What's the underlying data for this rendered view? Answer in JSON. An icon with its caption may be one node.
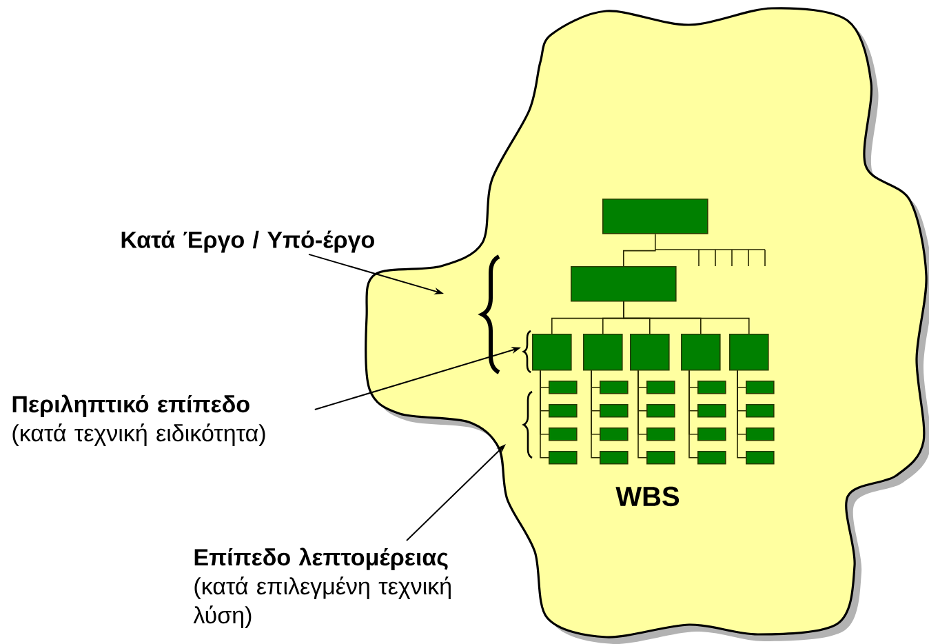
{
  "diagram": {
    "nodes": [
      {
        "text": [
          "WBS"
        ]
      },
      {
        "text": [],
        "shape": "box",
        "in": 0
      },
      {
        "text": [],
        "shape": "box",
        "in": 0
      },
      {
        "text": [],
        "shape": "box",
        "in": 0
      },
      {
        "text": [],
        "shape": "box",
        "in": 0
      },
      {
        "text": [],
        "shape": "box",
        "in": 0
      },
      {
        "text": [],
        "shape": "box",
        "in": 0
      },
      {
        "text": [],
        "shape": "box",
        "in": 0
      },
      {
        "text": [],
        "shape": "box",
        "in": 0
      },
      {
        "text": [],
        "shape": "box",
        "in": 0
      },
      {
        "text": [],
        "shape": "box",
        "in": 0
      },
      {
        "text": [],
        "shape": "box",
        "in": 0
      },
      {
        "text": [],
        "shape": "box",
        "in": 0
      },
      {
        "text": [],
        "shape": "box",
        "in": 0
      },
      {
        "text": [],
        "shape": "box",
        "in": 0
      },
      {
        "text": [],
        "shape": "box",
        "in": 0
      },
      {
        "text": [],
        "shape": "box",
        "in": 0
      },
      {
        "text": [],
        "shape": "box",
        "in": 0
      },
      {
        "text": [],
        "shape": "box",
        "in": 0
      },
      {
        "text": [],
        "shape": "box",
        "in": 0
      },
      {
        "text": [],
        "shape": "box",
        "in": 0
      },
      {
        "text": [],
        "shape": "box",
        "in": 0
      },
      {
        "text": [],
        "shape": "box",
        "in": 0
      },
      {
        "text": [],
        "shape": "box",
        "in": 0
      },
      {
        "text": [],
        "shape": "box",
        "in": 0
      },
      {
        "text": [],
        "shape": "box",
        "in": 0
      },
      {
        "text": [],
        "shape": "box",
        "in": 0
      },
      {
        "text": [],
        "shape": "box",
        "in": 0
      },
      {
        "text": [
          "Κατά Έργο / Υπό-έργο"
        ]
      },
      {
        "text": [
          "Περιληπτικό επίπεδο",
          "(κατά τεχνική ειδικότητα)"
        ]
      },
      {
        "text": [
          "Επίπεδο λεπτομέρειας",
          "(κατά επιλεγμένη τεχνική λύση)"
        ]
      }
    ],
    "edges": [
      {
        "from": 1,
        "to": 2,
        "arrow": "none"
      },
      {
        "from": 2,
        "to": 3,
        "arrow": "none"
      },
      {
        "from": 2,
        "to": 4,
        "arrow": "none"
      },
      {
        "from": 2,
        "to": 5,
        "arrow": "none"
      },
      {
        "from": 2,
        "to": 6,
        "arrow": "none"
      },
      {
        "from": 2,
        "to": 7,
        "arrow": "none"
      },
      {
        "from": 3,
        "to": 8,
        "arrow": "none"
      },
      {
        "from": 3,
        "to": 9,
        "arrow": "none"
      },
      {
        "from": 3,
        "to": 10,
        "arrow": "none"
      },
      {
        "from": 3,
        "to": 11,
        "arrow": "none"
      },
      {
        "from": 4,
        "to": 12,
        "arrow": "none"
      },
      {
        "from": 4,
        "to": 13,
        "arrow": "none"
      },
      {
        "from": 4,
        "to": 14,
        "arrow": "none"
      },
      {
        "from": 4,
        "to": 15,
        "arrow": "none"
      },
      {
        "from": 5,
        "to": 16,
        "arrow": "none"
      },
      {
        "from": 5,
        "to": 17,
        "arrow": "none"
      },
      {
        "from": 5,
        "to": 18,
        "arrow": "none"
      },
      {
        "from": 5,
        "to": 19,
        "arrow": "none"
      },
      {
        "from": 6,
        "to": 20,
        "arrow": "none"
      },
      {
        "from": 6,
        "to": 21,
        "arrow": "none"
      },
      {
        "from": 6,
        "to": 22,
        "arrow": "none"
      },
      {
        "from": 6,
        "to": 23,
        "arrow": "none"
      },
      {
        "from": 7,
        "to": 24,
        "arrow": "none"
      },
      {
        "from": 7,
        "to": 25,
        "arrow": "none"
      },
      {
        "from": 7,
        "to": 26,
        "arrow": "none"
      },
      {
        "from": 7,
        "to": 27,
        "arrow": "none"
      },
      {
        "from": 28,
        "to": 0,
        "arrow": "to"
      },
      {
        "from": 29,
        "to": 0,
        "arrow": "to"
      },
      {
        "from": 30,
        "to": 0,
        "arrow": "to"
      }
    ]
  }
}
